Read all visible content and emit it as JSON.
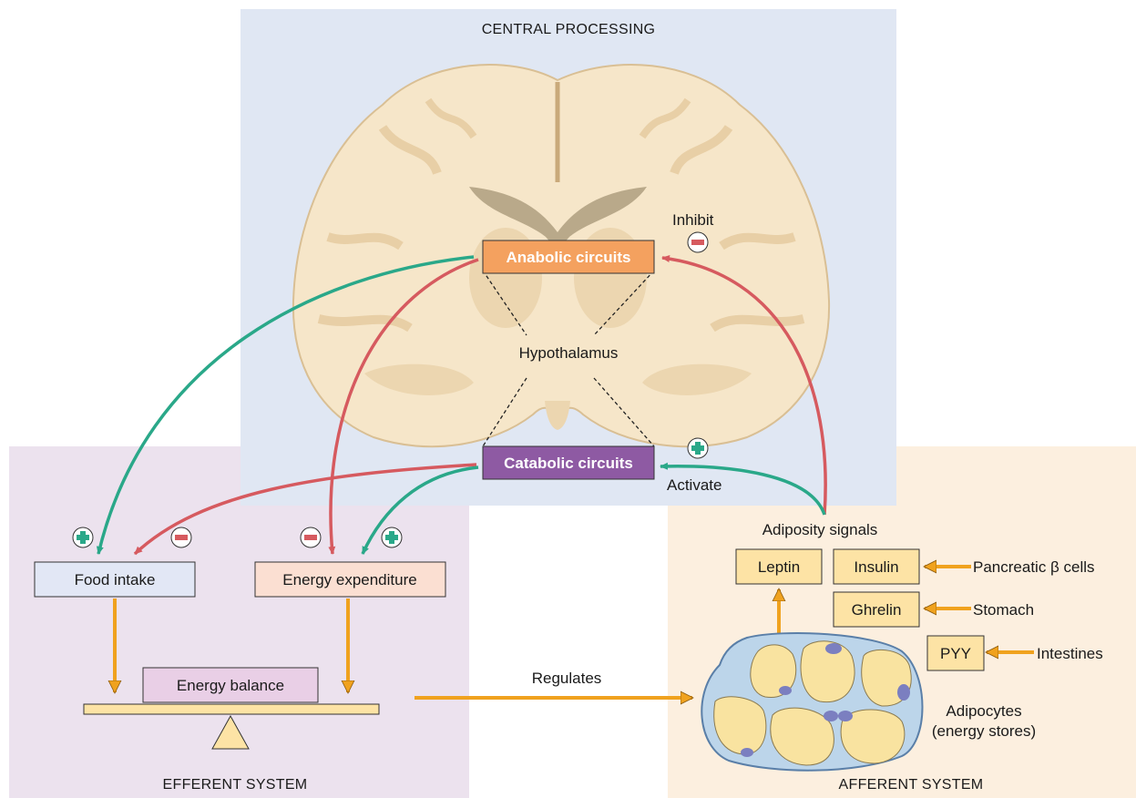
{
  "regions": {
    "central": {
      "title": "CENTRAL PROCESSING",
      "color": "#e0e7f3"
    },
    "efferent": {
      "title": "EFFERENT SYSTEM",
      "color": "#ece2ee"
    },
    "afferent": {
      "title": "AFFERENT SYSTEM",
      "color": "#fcefdf"
    }
  },
  "brain": {
    "structure_label": "Hypothalamus",
    "anabolic_label": "Anabolic circuits",
    "catabolic_label": "Catabolic circuits",
    "anabolic_color": "#f4a15f",
    "catabolic_color": "#8e5aa3"
  },
  "signals": {
    "inhibit_label": "Inhibit",
    "activate_label": "Activate",
    "adiposity_label": "Adiposity signals",
    "plus_symbol": "+",
    "minus_symbol": "−"
  },
  "outputs": {
    "food_intake": "Food intake",
    "energy_expenditure": "Energy expenditure",
    "energy_balance": "Energy balance",
    "regulates": "Regulates"
  },
  "hormones": [
    {
      "name": "Leptin",
      "source": ""
    },
    {
      "name": "Insulin",
      "source": "Pancreatic β cells"
    },
    {
      "name": "Ghrelin",
      "source": "Stomach"
    },
    {
      "name": "PYY",
      "source": "Intestines"
    }
  ],
  "adipocytes": {
    "label_line1": "Adipocytes",
    "label_line2": "(energy stores)"
  },
  "colors": {
    "green_arrow": "#2aa889",
    "red_arrow": "#d65a5f",
    "orange_arrow": "#f0a21e",
    "hormone_fill": "#fde3a5"
  }
}
